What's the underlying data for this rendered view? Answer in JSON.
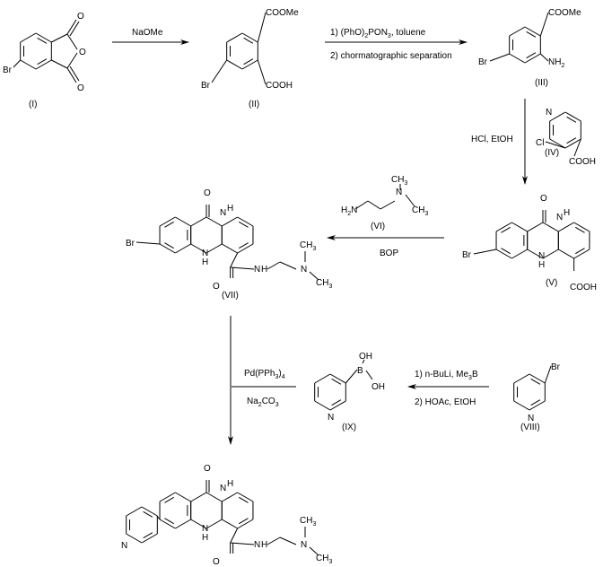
{
  "compounds": {
    "I": {
      "label": "(I)",
      "Br": "Br",
      "O1": "O",
      "O2": "O",
      "O3": "O"
    },
    "II": {
      "label": "(II)",
      "Br": "Br",
      "ester": "COOMe",
      "acid": "COOH"
    },
    "III": {
      "label": "(III)",
      "Br": "Br",
      "ester": "COOMe",
      "amine": "NH",
      "amine_sub": "2"
    },
    "IV": {
      "label": "(IV)",
      "N": "N",
      "Cl": "Cl",
      "acid": "COOH"
    },
    "V": {
      "label": "(V)",
      "Br": "Br",
      "O": "O",
      "N": "N",
      "NH": "H",
      "NH2": "N",
      "H2": "H",
      "acid": "COOH"
    },
    "VI": {
      "label": "(VI)",
      "H2N": "H",
      "H2N_sub": "2",
      "H2N_N": "N",
      "N": "N",
      "CH3a": "CH",
      "CH3b": "CH",
      "sub3": "3"
    },
    "VII": {
      "label": "(VII)",
      "Br": "Br",
      "O": "O",
      "N": "N",
      "H": "H",
      "NH": "N",
      "H2": "H",
      "amideO": "O",
      "amideN": "N",
      "amideH": "H",
      "N2": "N",
      "CH3a": "CH",
      "CH3b": "CH",
      "sub3": "3"
    },
    "VIII": {
      "label": "(VIII)",
      "Br": "Br",
      "N": "N"
    },
    "IX": {
      "label": "(IX)",
      "B": "B",
      "OH1": "OH",
      "OH2": "OH",
      "N": "N"
    },
    "product": {
      "pyN": "N",
      "O": "O",
      "N": "N",
      "H": "H",
      "NH": "N",
      "H2": "H",
      "amideO": "O",
      "amideN": "N",
      "amideH": "H",
      "N2": "N",
      "CH3a": "CH",
      "CH3b": "CH",
      "sub3": "3"
    }
  },
  "reagents": {
    "step1": "NaOMe",
    "step2_line1_a": "1) (PhO)",
    "step2_line1_sub": "2",
    "step2_line1_b": "PON",
    "step2_line1_sub2": "3",
    "step2_line1_c": ", toluene",
    "step2_line2": "2) chormatographic separation",
    "step3": "HCl, EtOH",
    "step4": "BOP",
    "step5_line1_a": "1) n-BuLi, Me",
    "step5_line1_sub": "3",
    "step5_line1_b": "B",
    "step5_line2": "2) HOAc, EtOH",
    "step6_line1_a": "Pd(PPh",
    "step6_line1_sub": "3",
    "step6_line1_b": ")",
    "step6_line1_sub2": "4",
    "step6_line2_a": "Na",
    "step6_line2_sub": "2",
    "step6_line2_b": "CO",
    "step6_line2_sub2": "3"
  }
}
